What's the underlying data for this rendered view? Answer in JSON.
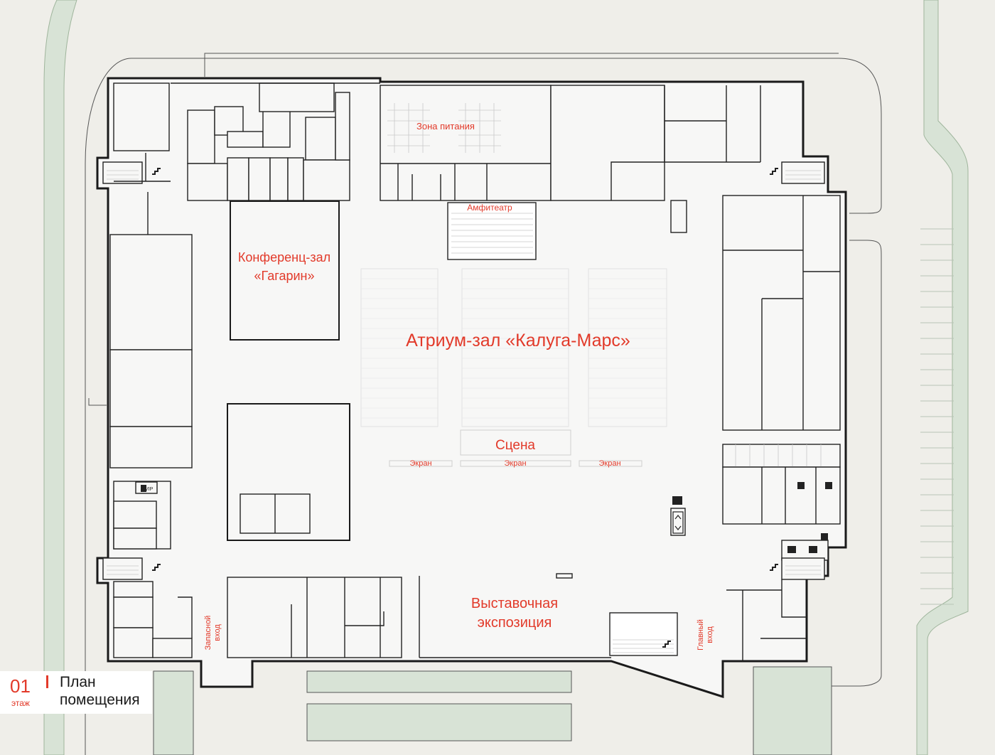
{
  "labels": {
    "zone_food": "Зона питания",
    "amphitheater": "Амфитеатр",
    "conf_line1": "Конференц-зал",
    "conf_line2": "«Гагарин»",
    "atrium": "Атриум-зал «Калуга-Марс»",
    "stage": "Сцена",
    "screen_left": "Экран",
    "screen_center": "Экран",
    "screen_right": "Экран",
    "expo_line1": "Выставочная",
    "expo_line2": "экспозиция",
    "spare_entry_line1": "Запасной",
    "spare_entry_line2": "вход",
    "main_entry_line1": "Главный",
    "main_entry_line2": "вход",
    "vip": "VIP"
  },
  "legend": {
    "floor_number": "01",
    "floor_unit": "этаж",
    "title_line1": "План",
    "title_line2": "помещения"
  },
  "colors": {
    "accent": "#e23a2a",
    "walls": "#1a1a1a",
    "floor": "#f7f7f6",
    "grass": "#d8e3d6",
    "background": "#efeee9"
  }
}
